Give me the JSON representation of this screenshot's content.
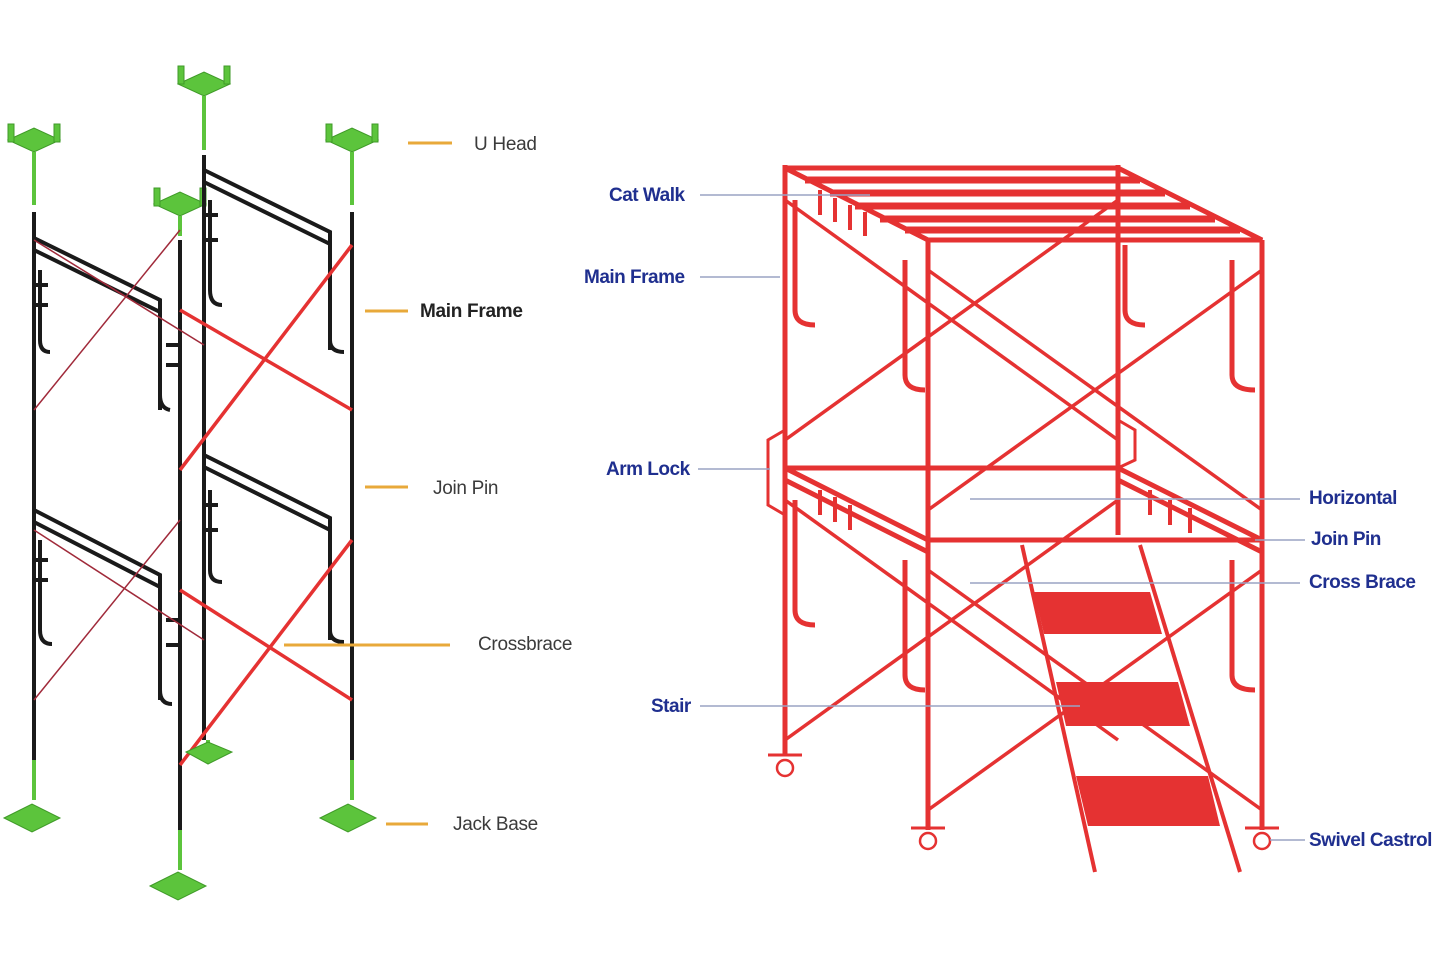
{
  "colors": {
    "frame_black": "#1a1a1a",
    "frame_red": "#e53232",
    "accessory_green": "#5cc43c",
    "leader_orange": "#e8a93a",
    "leader_blue": "#9aa3c4",
    "label_blue": "#1f2f8f",
    "label_gray": "#3b3b3b"
  },
  "left_diagram": {
    "labels": {
      "u_head": "U Head",
      "main_frame": "Main Frame",
      "join_pin": "Join Pin",
      "crossbrace": "Crossbrace",
      "jack_base": "Jack Base"
    }
  },
  "right_diagram": {
    "labels": {
      "cat_walk": "Cat Walk",
      "main_frame": "Main Frame",
      "arm_lock": "Arm Lock",
      "stair": "Stair",
      "horizontal": "Horizontal",
      "join_pin": "Join Pin",
      "cross_brace": "Cross Brace",
      "swivel_castrol": "Swivel Castrol"
    }
  }
}
